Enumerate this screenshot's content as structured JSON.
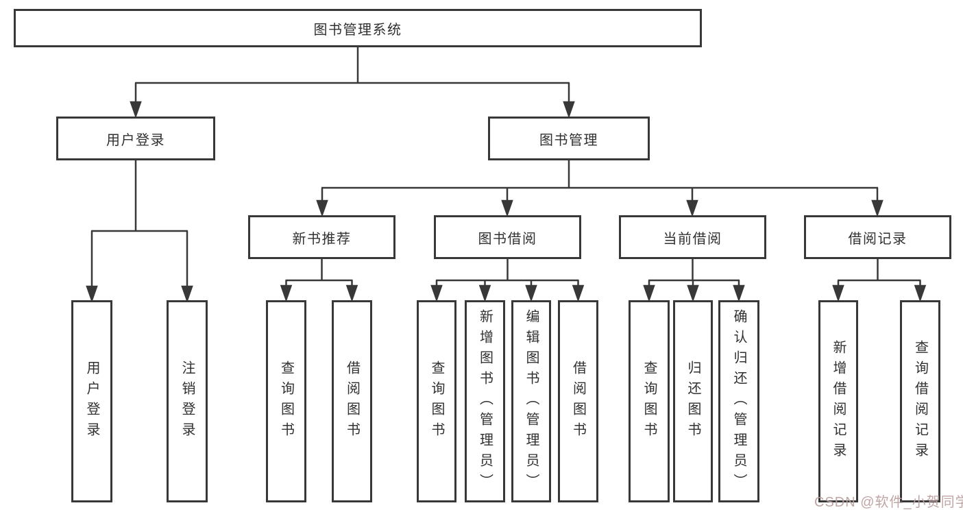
{
  "diagram": {
    "root": {
      "label": "图书管理系统"
    },
    "branches": {
      "user_login": {
        "label": "用户登录",
        "children": [
          "用户登录",
          "注销登录"
        ]
      },
      "book_mgmt": {
        "label": "图书管理",
        "sections": [
          {
            "label": "新书推荐",
            "children": [
              "查询图书",
              "借阅图书"
            ]
          },
          {
            "label": "图书借阅",
            "children": [
              "查询图书",
              "新增图书（管理员）",
              "编辑图书（管理员）",
              "借阅图书"
            ]
          },
          {
            "label": "当前借阅",
            "children": [
              "查询图书",
              "归还图书",
              "确认归还（管理员）"
            ]
          },
          {
            "label": "借阅记录",
            "children": [
              "新增借阅记录",
              "查询借阅记录"
            ]
          }
        ]
      }
    }
  },
  "watermark": {
    "text": "CSDN @软件_小贺同学"
  },
  "colors": {
    "line": "#383838",
    "box_border": "#383838",
    "text": "#303030",
    "watermark": "#bda0a0",
    "background": "#ffffff"
  }
}
